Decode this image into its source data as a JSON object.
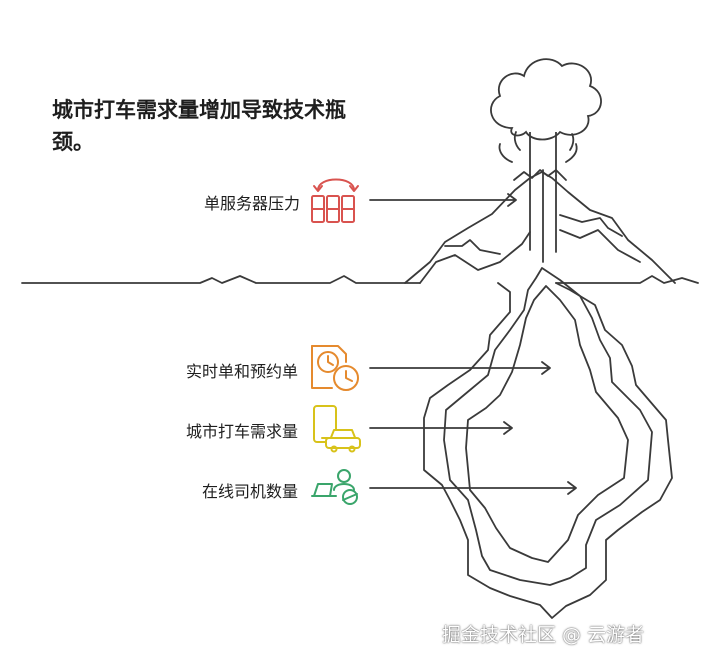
{
  "title": "城市打车需求量增加导致技术瓶颈。",
  "items": [
    {
      "label": "单服务器压力",
      "icon": "server-load-icon",
      "color": "#d9534f"
    },
    {
      "label": "实时单和预约单",
      "icon": "clock-document-icon",
      "color": "#e58a2e"
    },
    {
      "label": "城市打车需求量",
      "icon": "phone-car-icon",
      "color": "#d8c21a"
    },
    {
      "label": "在线司机数量",
      "icon": "driver-laptop-icon",
      "color": "#3aa56b"
    }
  ],
  "watermark": "掘金技术社区 @ 云游者"
}
